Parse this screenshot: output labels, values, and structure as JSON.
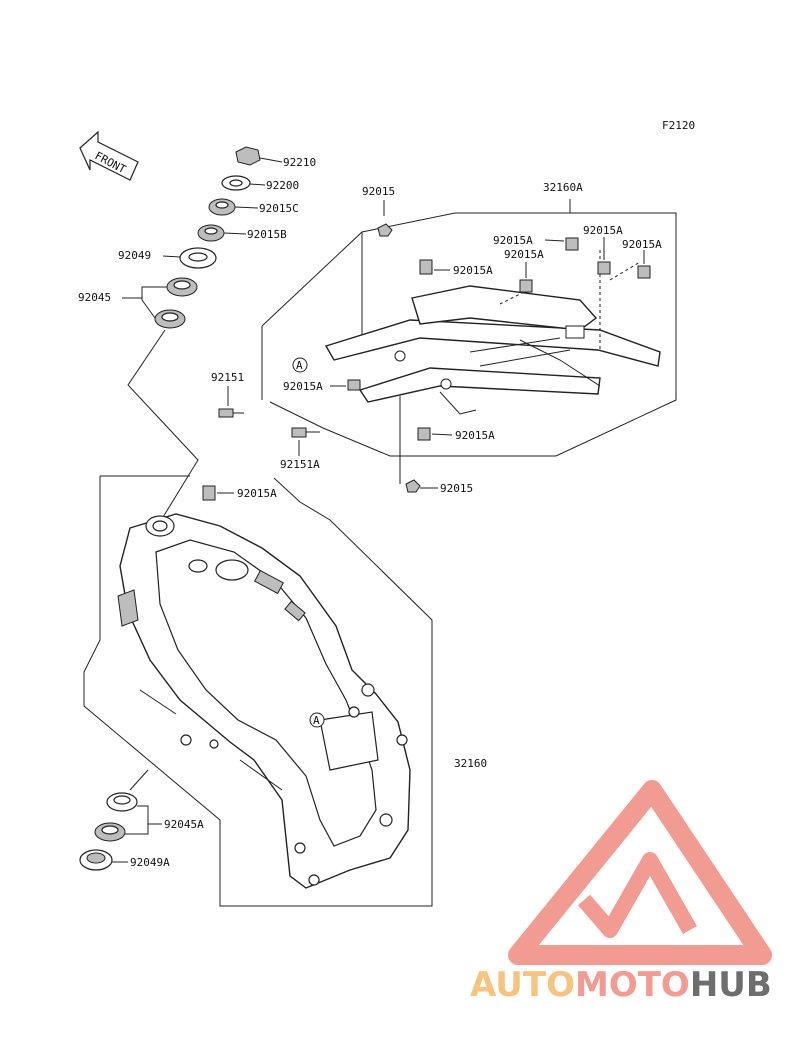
{
  "figure_code": "F2120",
  "front_arrow_text": "FRONT",
  "callouts": {
    "c92210": "92210",
    "c92200": "92200",
    "c92015C": "92015C",
    "c92015B": "92015B",
    "c92049": "92049",
    "c92045": "92045",
    "c92015_top": "92015",
    "c32160A": "32160A",
    "c92015A_1": "92015A",
    "c92015A_2": "92015A",
    "c92015A_3": "92015A",
    "c92015A_4": "92015A",
    "c92015A_5": "92015A",
    "c92151": "92151",
    "c92015A_6": "92015A",
    "c92015A_7": "92015A",
    "c92151A": "92151A",
    "c92015_bot": "92015",
    "c92015A_8": "92015A",
    "c32160": "32160",
    "c92045A": "92045A",
    "c92049A": "92049A"
  },
  "ref_marker": "A",
  "watermark": {
    "part1": "AUTO",
    "part2": "MOTO",
    "part3": "HUB",
    "color1": "#f5b96a",
    "color2": "#ef8a80",
    "color3": "#555555"
  }
}
